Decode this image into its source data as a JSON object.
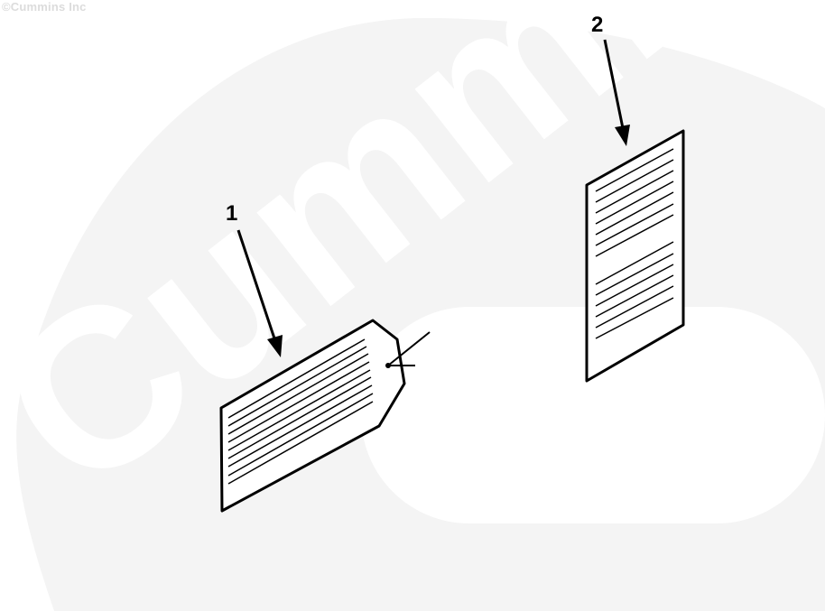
{
  "watermark": {
    "brand_text": "Cummins",
    "copyright_text": "©Cummins Inc",
    "color": "#f2f2f2"
  },
  "callouts": [
    {
      "id": "1",
      "label": "1",
      "item": "warning-tag"
    },
    {
      "id": "2",
      "label": "2",
      "item": "document-sheet"
    }
  ],
  "colors": {
    "line": "#000000",
    "background": "#ffffff"
  }
}
